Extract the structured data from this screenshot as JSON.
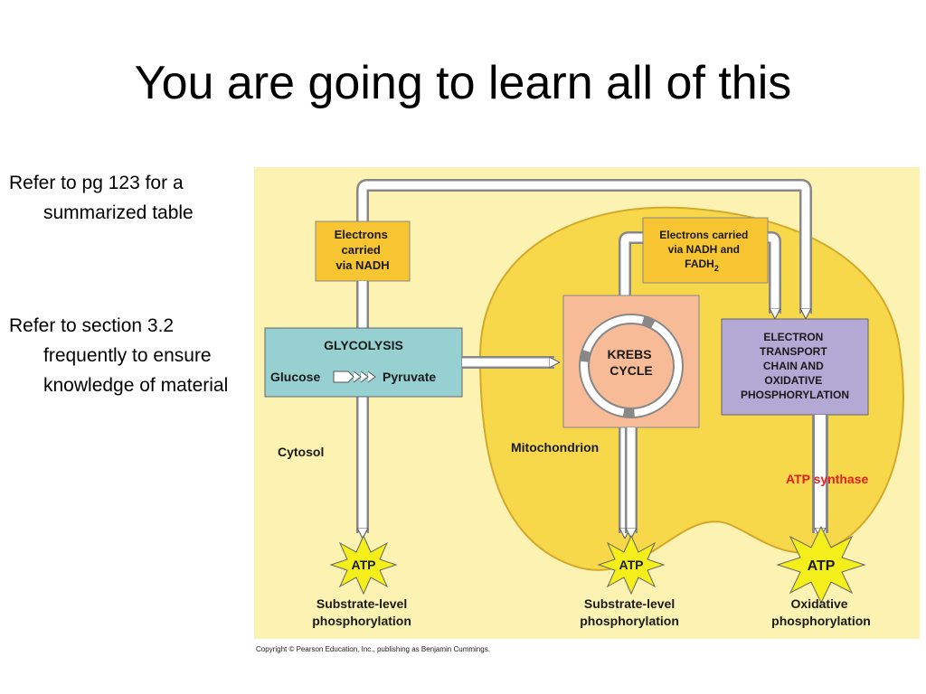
{
  "slide": {
    "title": "You are going to learn all of this",
    "bullets": [
      "Refer to pg 123 for a summarized table",
      "Refer to section 3.2 frequently to ensure knowledge of material"
    ]
  },
  "diagram": {
    "electrons_nadh": [
      "Electrons",
      "carried",
      "via NADH"
    ],
    "electrons_nadh_fadh": [
      "Electrons carried",
      "via NADH and",
      "FADH",
      "2"
    ],
    "glycolysis": "GLYCOLYSIS",
    "glucose": "Glucose",
    "pyruvate": "Pyruvate",
    "krebs": [
      "KREBS",
      "CYCLE"
    ],
    "etc": [
      "ELECTRON",
      "TRANSPORT",
      "CHAIN AND",
      "OXIDATIVE",
      "PHOSPHORYLATION"
    ],
    "cytosol": "Cytosol",
    "mitochondrion": "Mitochondrion",
    "atp_synthase": "ATP  synthase",
    "atp": "ATP",
    "substrate_level": [
      "Substrate-level",
      "phosphorylation"
    ],
    "oxidative": [
      "Oxidative",
      "phosphorylation"
    ],
    "copyright": "Copyright © Pearson Education, Inc., publishing as Benjamin Cummings."
  },
  "colors": {
    "background": "#fcf3b3",
    "mitochondrion": "#f6d84a",
    "glycolysis_box": "#96d0d0",
    "krebs_box": "#f7bb97",
    "etc_box": "#b4a8d4",
    "electrons_box": "#f7c531",
    "atp_star": "#f4ef1a",
    "atp_synthase": "#e61e1e"
  }
}
